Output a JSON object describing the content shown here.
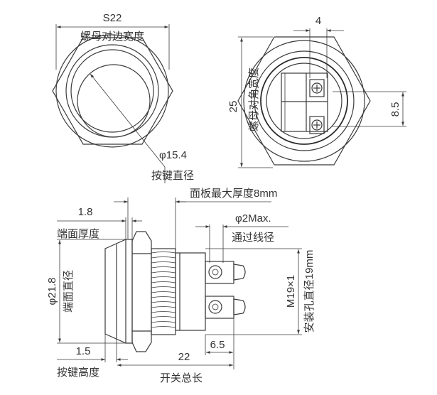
{
  "front_view": {
    "dim_nut_width": "S22",
    "label_nut_width": "螺母对边宽度",
    "dim_button_dia": "φ15.4",
    "label_button_dia": "按键直径"
  },
  "rear_view": {
    "dim_terminal_width": "4",
    "dim_nut_corner": "25",
    "label_nut_corner": "螺母对角宽度",
    "dim_terminal_pitch": "8.5"
  },
  "side_view": {
    "label_panel_thickness": "面板最大厚度8mm",
    "dim_face_thickness": "1.8",
    "label_face_thickness": "端面厚度",
    "dim_wire_hole": "φ2Max.",
    "label_wire_hole": "通过线径",
    "dim_face_dia": "φ21.8",
    "label_face_dia": "端面直径",
    "dim_thread": "M19×1",
    "label_mount_hole": "安装孔直径19mm",
    "dim_button_height": "1.5",
    "label_button_height": "按键高度",
    "dim_total_length": "22",
    "dim_terminal_length": "6.5",
    "label_total_length": "开关总长"
  },
  "colors": {
    "line": "#3a3a3a",
    "text": "#333333",
    "background": "#ffffff"
  }
}
